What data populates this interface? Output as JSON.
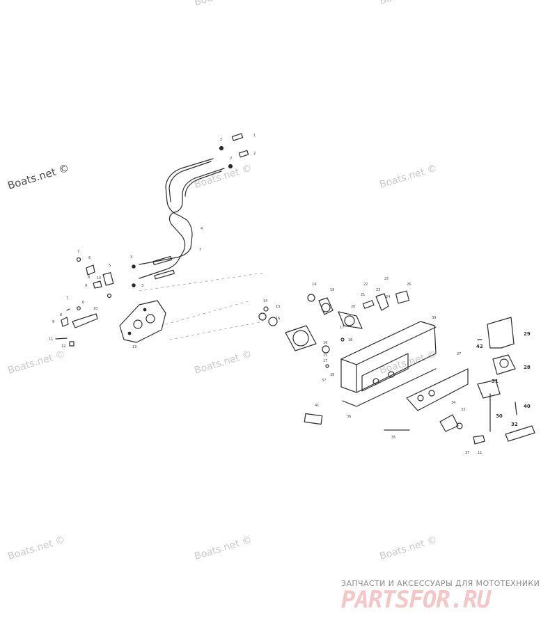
{
  "watermark": "Boats.net ©",
  "part_numbers": {
    "n1": "1",
    "n2a": "2",
    "n2b": "2",
    "n2c": "2",
    "n3": "3",
    "n4": "4",
    "n3b": "3",
    "n3c": "3",
    "n5": "5",
    "n6": "6",
    "n7": "7",
    "n8": "8",
    "n9": "9",
    "n10": "10",
    "n6b": "6",
    "n7b": "7",
    "n8b": "8",
    "n9b": "9",
    "n10b": "10",
    "n11": "11",
    "n12": "12",
    "n13": "13",
    "n14": "14",
    "n15": "15",
    "n16": "16",
    "n17": "17",
    "n18": "18",
    "n19": "19",
    "n14b": "14",
    "n15b": "15",
    "n16b": "16",
    "n17b": "17",
    "n20": "20",
    "n21": "21",
    "n22": "22",
    "n23": "23",
    "n24": "24",
    "n25": "25",
    "n26": "26",
    "n27": "27",
    "n28": "28",
    "n29": "29",
    "n30": "30",
    "n31": "31",
    "n32": "32",
    "n33": "33",
    "n34": "34",
    "n35": "35",
    "n36": "36",
    "n37": "37",
    "n37b": "37",
    "n38": "38",
    "n39": "39",
    "n40": "40",
    "n41": "41",
    "n42": "42",
    "n11b": "11"
  },
  "footer": {
    "tagline": "ЗАПЧАСТИ И АКСЕССУАРЫ ДЛЯ МОТОТЕХНИКИ",
    "brand": "PARTSFOR.RU",
    "brand_color": "#f3c7c7"
  },
  "colors": {
    "line": "#2a2a2a",
    "watermark": "#c9c9c9"
  }
}
